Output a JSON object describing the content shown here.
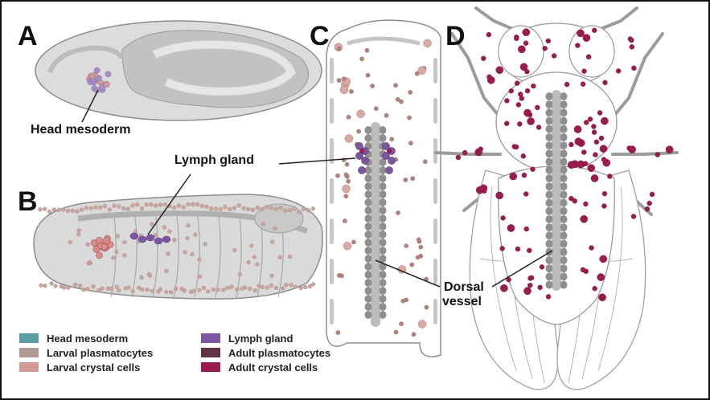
{
  "panels": {
    "a": "A",
    "b": "B",
    "c": "C",
    "d": "D"
  },
  "callouts": {
    "head_mesoderm": "Head mesoderm",
    "lymph_gland": "Lymph gland",
    "dorsal_vessel_line1": "Dorsal",
    "dorsal_vessel_line2": "vessel"
  },
  "legend": [
    {
      "label": "Head mesoderm",
      "color": "#5a9ea3"
    },
    {
      "label": "Larval plasmatocytes",
      "color": "#b49a96"
    },
    {
      "label": "Larval crystal cells",
      "color": "#d29a92"
    },
    {
      "label": "Lymph gland",
      "color": "#7a57a0"
    },
    {
      "label": "Adult plasmatocytes",
      "color": "#5e3345"
    },
    {
      "label": "Adult crystal cells",
      "color": "#9c1b4e"
    }
  ],
  "colors": {
    "tissue_light": "#d8d8d8",
    "tissue_mid": "#b9b9b9",
    "tissue_dark": "#9a9a9a",
    "outline": "#888888",
    "larval_plasmatocyte": "#c9a6a0",
    "larval_crystal": "#b08580",
    "adult_crystal": "#9c1b4e",
    "lymph_gland": "#7a57a0"
  }
}
